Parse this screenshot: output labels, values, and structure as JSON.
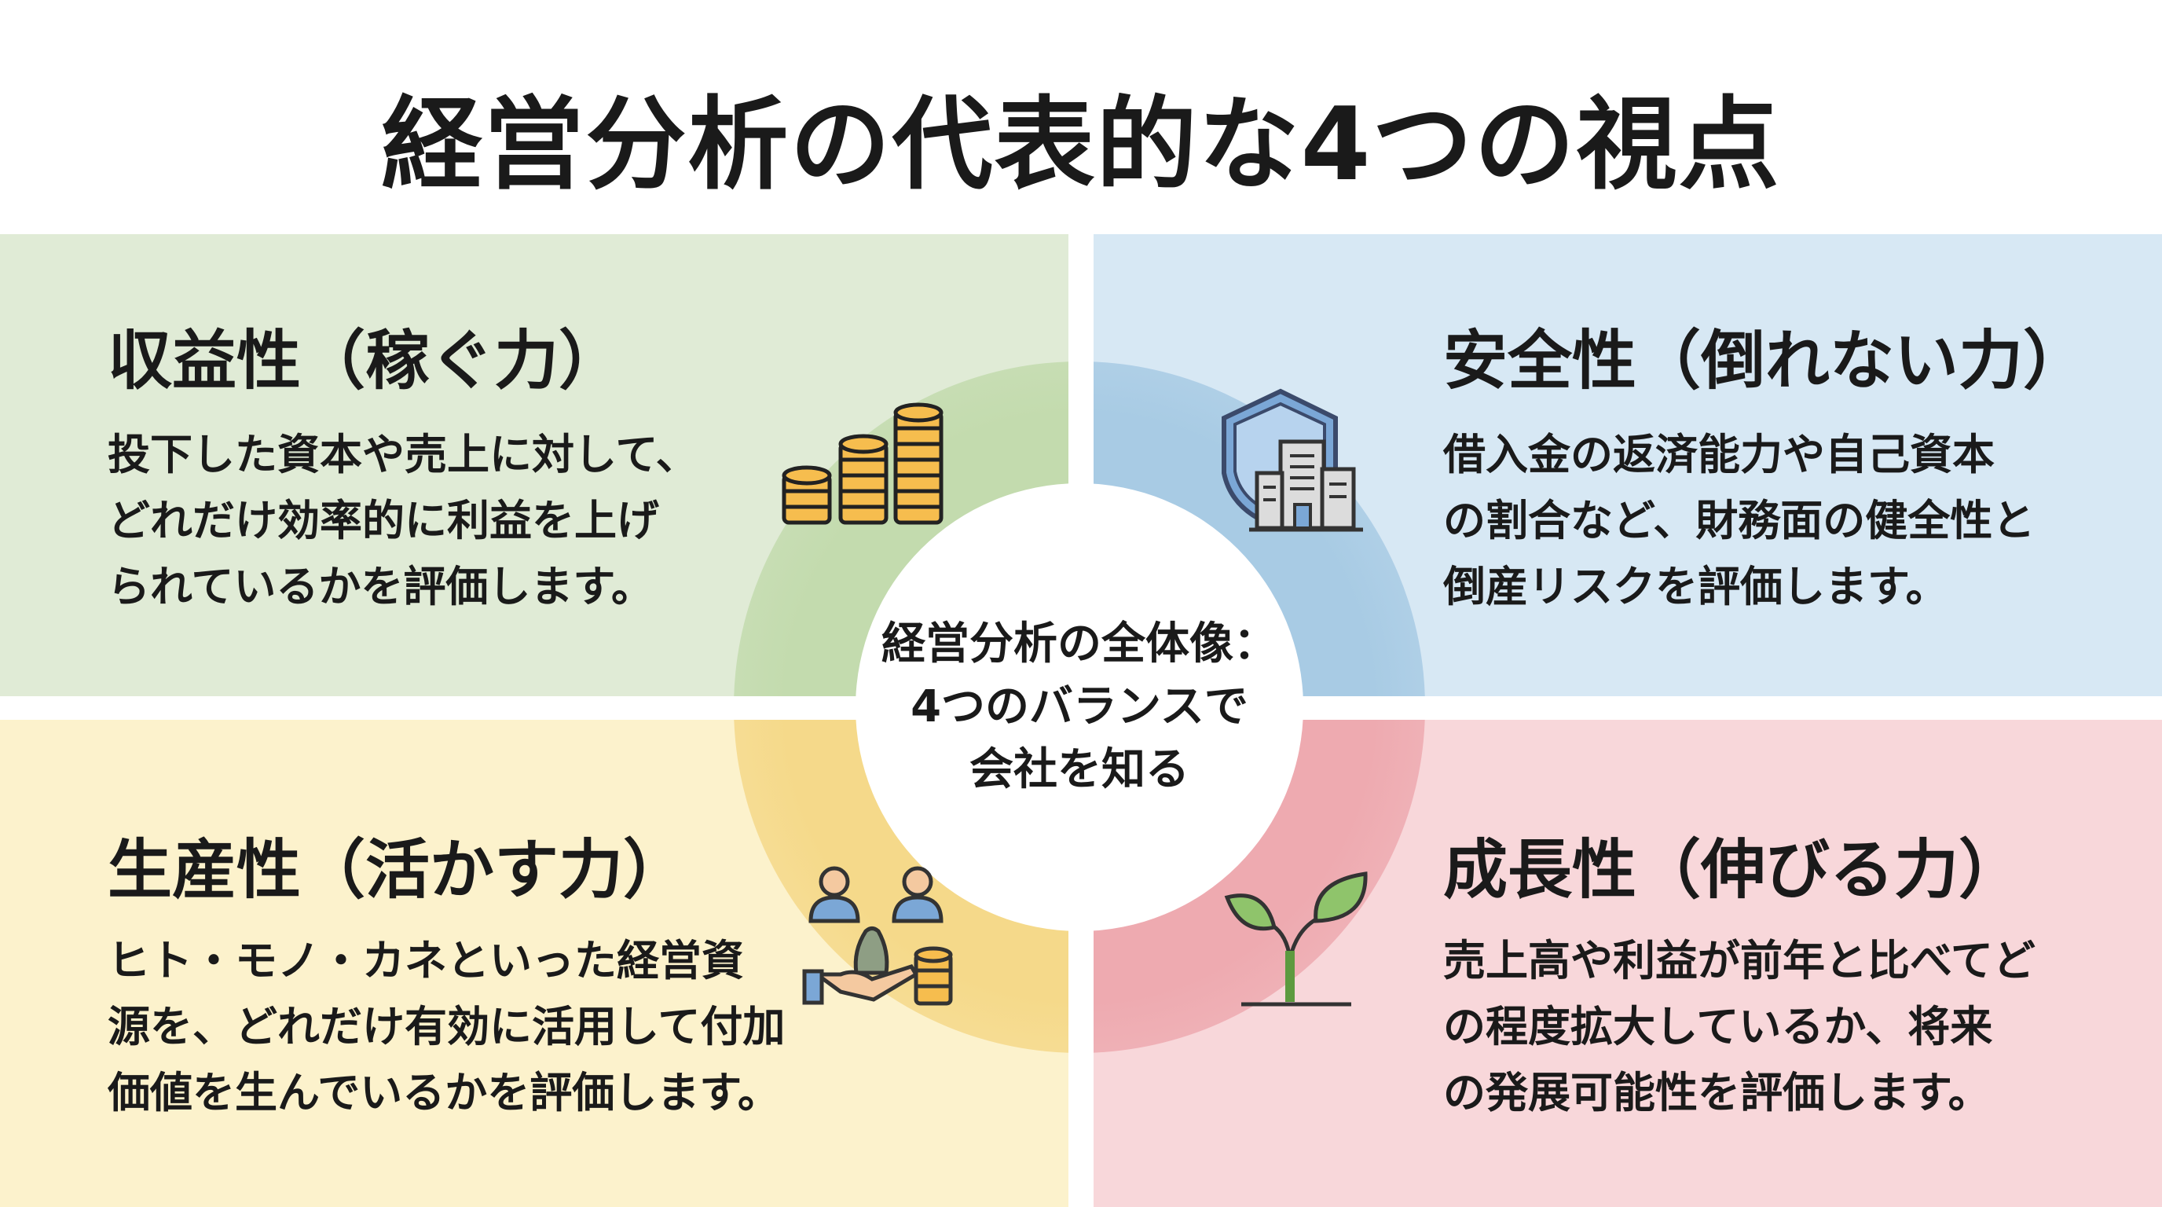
{
  "title": "経営分析の代表的な4つの視点",
  "center": {
    "lines": [
      "経営分析の全体像：",
      "4つのバランスで",
      "会社を知る"
    ]
  },
  "quadrants": {
    "profitability": {
      "heading": "収益性（稼ぐ力）",
      "lines": [
        "投下した資本や売上に対して、",
        "どれだけ効率的に利益を上げ",
        "られているかを評価します。"
      ],
      "icon": "coins-stack-icon",
      "color": "#c3dbae"
    },
    "safety": {
      "heading": "安全性（倒れない力）",
      "lines": [
        "借入金の返済能力や自己資本",
        "の割合など、財務面の健全性と",
        "倒産リスクを評価します。"
      ],
      "icon": "shield-building-icon",
      "color": "#a8cbe4"
    },
    "productivity": {
      "heading": "生産性（活かす力）",
      "lines": [
        "ヒト・モノ・カネといった経営資",
        "源を、どれだけ有効に活用して付加",
        "価値を生んでいるかを評価します。"
      ],
      "icon": "people-money-hand-icon",
      "color": "#f5d98a"
    },
    "growth": {
      "heading": "成長性（伸びる力）",
      "lines": [
        "売上高や利益が前年と比べてど",
        "の程度拡大しているか、将来",
        "の発展可能性を評価します。"
      ],
      "icon": "sprout-icon",
      "color": "#eeaab0"
    }
  }
}
